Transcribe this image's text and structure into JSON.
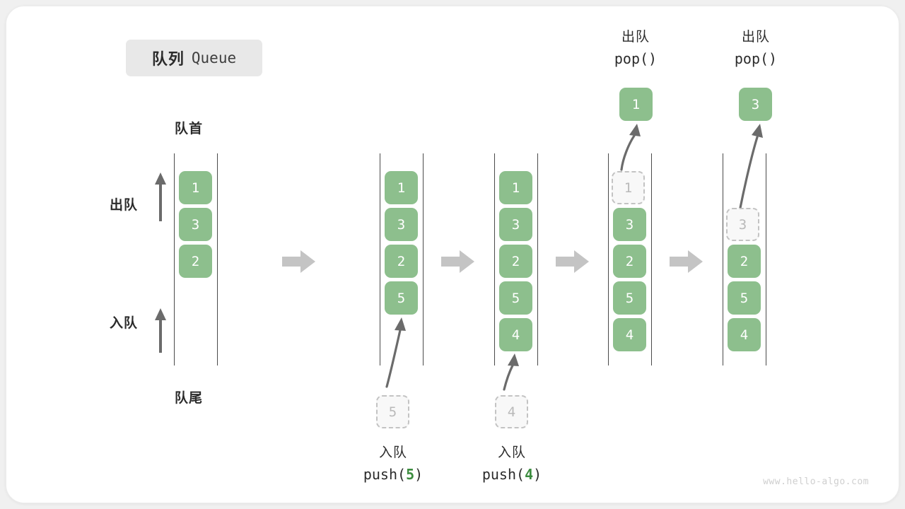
{
  "figure": {
    "title_cn": "队列",
    "title_en": "Queue",
    "watermark": "www.hello-algo.com",
    "accent_green": "#8dbf8d",
    "arg_green": "#3c8c3f",
    "ghost_gray": "#b9b9b9",
    "arrow_gray": "#6b6b6b",
    "transition_gray": "#c4c4c4",
    "rail_gray": "#4a4a4a",
    "chip_bg": "#e8e8e8",
    "card_bg": "#ffffff"
  },
  "labels": {
    "front": "队首",
    "rear": "队尾",
    "dequeue": "出队",
    "enqueue": "入队"
  },
  "columns": [
    {
      "id": "initial",
      "cells": [
        {
          "value": "1",
          "state": "filled"
        },
        {
          "value": "3",
          "state": "filled"
        },
        {
          "value": "2",
          "state": "filled"
        }
      ],
      "caption_cn": "",
      "caption_code": "",
      "caption_arg": "",
      "floating": null,
      "ghost_below": null
    },
    {
      "id": "push-5",
      "cells": [
        {
          "value": "1",
          "state": "filled"
        },
        {
          "value": "3",
          "state": "filled"
        },
        {
          "value": "2",
          "state": "filled"
        },
        {
          "value": "5",
          "state": "filled"
        }
      ],
      "caption_cn": "入队",
      "caption_code_prefix": "push(",
      "caption_arg": "5",
      "caption_code_suffix": ")",
      "ghost_below": {
        "value": "5",
        "state": "ghost"
      },
      "floating": null
    },
    {
      "id": "push-4",
      "cells": [
        {
          "value": "1",
          "state": "filled"
        },
        {
          "value": "3",
          "state": "filled"
        },
        {
          "value": "2",
          "state": "filled"
        },
        {
          "value": "5",
          "state": "filled"
        },
        {
          "value": "4",
          "state": "filled"
        }
      ],
      "caption_cn": "入队",
      "caption_code_prefix": "push(",
      "caption_arg": "4",
      "caption_code_suffix": ")",
      "ghost_below": {
        "value": "4",
        "state": "ghost"
      },
      "floating": null
    },
    {
      "id": "pop-1",
      "cells": [
        {
          "value": "1",
          "state": "ghost"
        },
        {
          "value": "3",
          "state": "filled"
        },
        {
          "value": "2",
          "state": "filled"
        },
        {
          "value": "5",
          "state": "filled"
        },
        {
          "value": "4",
          "state": "filled"
        }
      ],
      "header_cn": "出队",
      "header_code": "pop()",
      "floating": {
        "value": "1",
        "state": "filled"
      },
      "ghost_below": null
    },
    {
      "id": "pop-3",
      "cells": [
        {
          "value": "",
          "state": "empty"
        },
        {
          "value": "3",
          "state": "ghost"
        },
        {
          "value": "2",
          "state": "filled"
        },
        {
          "value": "5",
          "state": "filled"
        },
        {
          "value": "4",
          "state": "filled"
        }
      ],
      "header_cn": "出队",
      "header_code": "pop()",
      "floating": {
        "value": "3",
        "state": "filled"
      },
      "ghost_below": null
    }
  ],
  "transitions": [
    {
      "name": "transition-arrow-1"
    },
    {
      "name": "transition-arrow-2"
    },
    {
      "name": "transition-arrow-3"
    },
    {
      "name": "transition-arrow-4"
    }
  ]
}
